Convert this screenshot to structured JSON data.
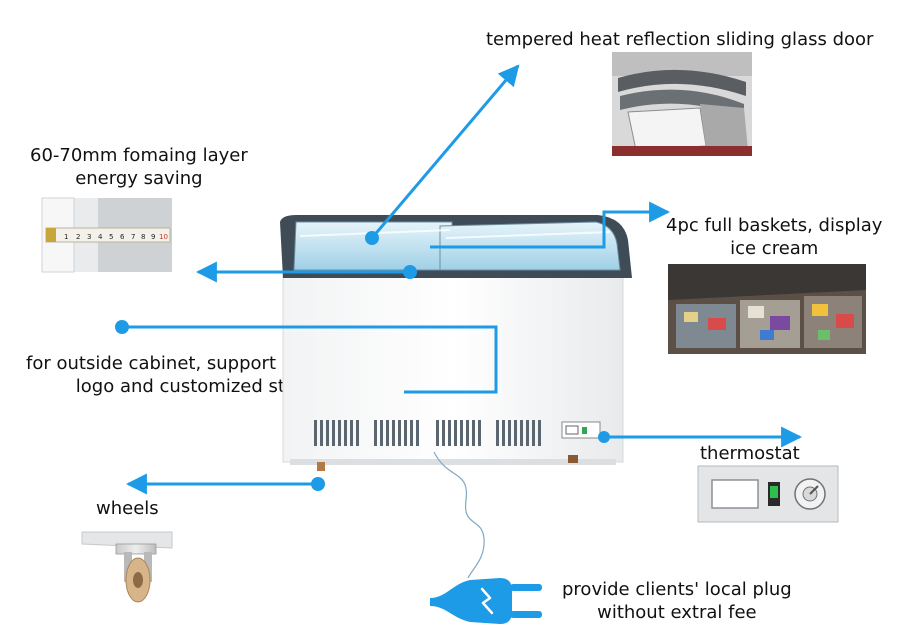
{
  "callouts": {
    "glass_door": "tempered heat reflection sliding glass door",
    "foam_line1": "60-70mm fomaing layer",
    "foam_line2": "energy saving",
    "baskets_line1": "4pc full baskets, display",
    "baskets_line2": "ice cream",
    "cabinet_line1": "for outside cabinet, support silk-screen",
    "cabinet_line2": "logo and customized sticker",
    "thermostat": "thermostat",
    "wheels": "wheels",
    "plug_line1": "provide clients' local plug",
    "plug_line2": "without extral fee"
  },
  "ruler_ticks": [
    "1",
    "2",
    "3",
    "4",
    "5",
    "6",
    "7",
    "8",
    "9",
    "10"
  ],
  "colors": {
    "accent": "#1e9be6",
    "frame": "#3f4b57",
    "glass": "#bfe4f3"
  },
  "icons": [
    "plug-icon",
    "arrow-icon",
    "thermostat-knob-icon",
    "wheel-icon"
  ]
}
